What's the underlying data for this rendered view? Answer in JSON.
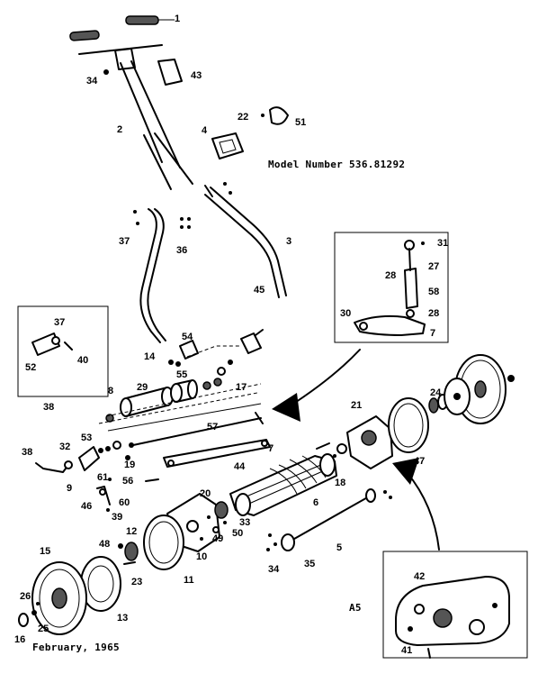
{
  "diagram": {
    "model_caption": "Model Number 536.81292",
    "date_caption": "February, 1965",
    "panel_code": "A5",
    "callouts": [
      {
        "id": "c1",
        "text": "1"
      },
      {
        "id": "c2",
        "text": "2"
      },
      {
        "id": "c3",
        "text": "3"
      },
      {
        "id": "c4",
        "text": "4"
      },
      {
        "id": "c5",
        "text": "5"
      },
      {
        "id": "c6",
        "text": "6"
      },
      {
        "id": "c7a",
        "text": "7"
      },
      {
        "id": "c7b",
        "text": "7"
      },
      {
        "id": "c8",
        "text": "8"
      },
      {
        "id": "c9",
        "text": "9"
      },
      {
        "id": "c10",
        "text": "10"
      },
      {
        "id": "c11",
        "text": "11"
      },
      {
        "id": "c12",
        "text": "12"
      },
      {
        "id": "c13",
        "text": "13"
      },
      {
        "id": "c14",
        "text": "14"
      },
      {
        "id": "c15",
        "text": "15"
      },
      {
        "id": "c16",
        "text": "16"
      },
      {
        "id": "c17",
        "text": "17"
      },
      {
        "id": "c18",
        "text": "18"
      },
      {
        "id": "c19",
        "text": "19"
      },
      {
        "id": "c20",
        "text": "20"
      },
      {
        "id": "c21",
        "text": "21"
      },
      {
        "id": "c22",
        "text": "22"
      },
      {
        "id": "c23",
        "text": "23"
      },
      {
        "id": "c24",
        "text": "24"
      },
      {
        "id": "c25",
        "text": "25"
      },
      {
        "id": "c26",
        "text": "26"
      },
      {
        "id": "c27",
        "text": "27"
      },
      {
        "id": "c28a",
        "text": "28"
      },
      {
        "id": "c28b",
        "text": "28"
      },
      {
        "id": "c29",
        "text": "29"
      },
      {
        "id": "c30",
        "text": "30"
      },
      {
        "id": "c31",
        "text": "31"
      },
      {
        "id": "c32",
        "text": "32"
      },
      {
        "id": "c33",
        "text": "33"
      },
      {
        "id": "c34a",
        "text": "34"
      },
      {
        "id": "c34b",
        "text": "34"
      },
      {
        "id": "c35",
        "text": "35"
      },
      {
        "id": "c36",
        "text": "36"
      },
      {
        "id": "c37a",
        "text": "37"
      },
      {
        "id": "c37b",
        "text": "37"
      },
      {
        "id": "c38a",
        "text": "38"
      },
      {
        "id": "c38b",
        "text": "38"
      },
      {
        "id": "c39",
        "text": "39"
      },
      {
        "id": "c40",
        "text": "40"
      },
      {
        "id": "c41",
        "text": "41"
      },
      {
        "id": "c42",
        "text": "42"
      },
      {
        "id": "c43",
        "text": "43"
      },
      {
        "id": "c44",
        "text": "44"
      },
      {
        "id": "c45",
        "text": "45"
      },
      {
        "id": "c46",
        "text": "46"
      },
      {
        "id": "c47",
        "text": "47"
      },
      {
        "id": "c48",
        "text": "48"
      },
      {
        "id": "c49",
        "text": "49"
      },
      {
        "id": "c50",
        "text": "50"
      },
      {
        "id": "c51",
        "text": "51"
      },
      {
        "id": "c52",
        "text": "52"
      },
      {
        "id": "c53",
        "text": "53"
      },
      {
        "id": "c54",
        "text": "54"
      },
      {
        "id": "c55",
        "text": "55"
      },
      {
        "id": "c56",
        "text": "56"
      },
      {
        "id": "c57",
        "text": "57"
      },
      {
        "id": "c58",
        "text": "58"
      },
      {
        "id": "c60",
        "text": "60"
      },
      {
        "id": "c61",
        "text": "61"
      }
    ]
  }
}
